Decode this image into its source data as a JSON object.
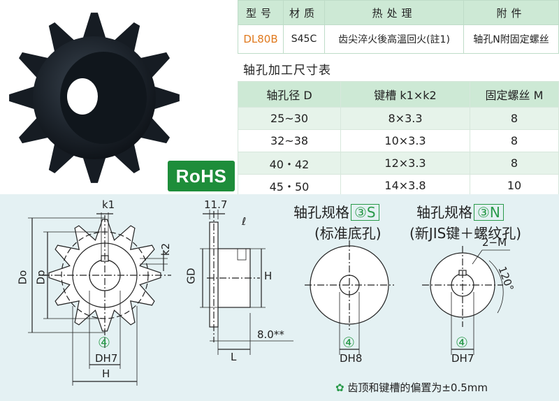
{
  "spec_table": {
    "headers": [
      "型号",
      "材质",
      "热处理",
      "附件"
    ],
    "row": [
      "DL80B",
      "S45C",
      "齿尖淬火後高溫回火(註1)",
      "轴孔N附固定螺丝"
    ]
  },
  "badge": {
    "rohs": "RoHS"
  },
  "hole_table": {
    "title": "轴孔加工尺寸表",
    "headers": [
      "轴孔径 D",
      "键槽  k1×k2",
      "固定螺丝 M"
    ],
    "rows": [
      [
        "25~30",
        "8×3.3",
        "8"
      ],
      [
        "32~38",
        "10×3.3",
        "8"
      ],
      [
        "40・42",
        "12×3.3",
        "8"
      ],
      [
        "45・50",
        "14×3.8",
        "10"
      ]
    ]
  },
  "diagram": {
    "labels": {
      "k1": "k1",
      "k2": "k2",
      "Do": "Do",
      "Dp": "Dp",
      "circled4": "④",
      "DH7": "DH7",
      "H": "H",
      "w117": "11.7",
      "ell": "ℓ",
      "GD": "GD",
      "H2": "H",
      "L": "L",
      "dim8": "8.0**",
      "DH8": "DH8",
      "DH7b": "DH7",
      "twoM": "2−M",
      "deg120": "120°"
    },
    "spec3s": {
      "prefix": "轴孔规格",
      "code": "③S",
      "desc": "(标准底孔)"
    },
    "spec3n": {
      "prefix": "轴孔规格",
      "code": "③N",
      "desc": "(新JIS键＋螺纹孔)"
    }
  },
  "note": {
    "icon": "✿",
    "text": "齿顶和键槽的偏置为±0.5mm"
  }
}
